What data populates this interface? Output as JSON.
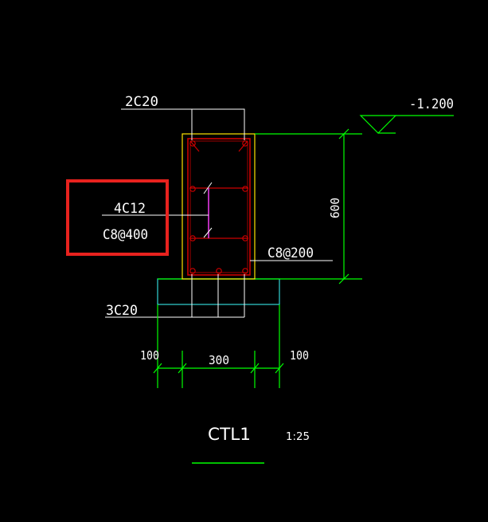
{
  "drawing": {
    "title": "CTL1",
    "scale": "1:25",
    "elevation": "-1.200",
    "height_dim": "600",
    "width_dim": "300",
    "left_offset": "100",
    "right_offset": "100",
    "top_rebar": "2C20",
    "bottom_rebar": "3C20",
    "side_rebar": "4C12",
    "tie_rebar": "C8@400",
    "stirrup": "C8@200"
  },
  "colors": {
    "background": "#000000",
    "green": "#00ff00",
    "white": "#ffffff",
    "red_highlight": "#e8221e",
    "rebar_red": "#cc0000",
    "outline_yellow": "#ffe400",
    "cyan": "#33d6d6",
    "magenta": "#cc33cc"
  }
}
